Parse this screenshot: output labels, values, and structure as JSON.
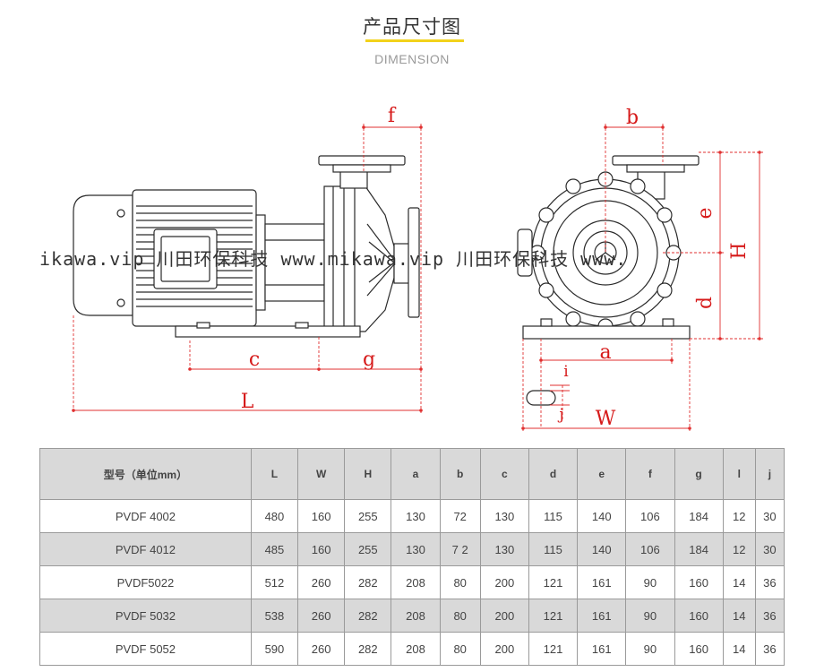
{
  "header": {
    "title": "产品尺寸图",
    "subtitle": "DIMENSION"
  },
  "drawing": {
    "dimension_labels": [
      "f",
      "c",
      "g",
      "L",
      "b",
      "e",
      "H",
      "d",
      "a",
      "i",
      "j",
      "W"
    ],
    "watermark": "ikawa.vip 川田环保科技 www.mikawa.vip 川田环保科技 www."
  },
  "table": {
    "columns": [
      "型号（单位mm）",
      "L",
      "W",
      "H",
      "a",
      "b",
      "c",
      "d",
      "e",
      "f",
      "g",
      "l",
      "j"
    ],
    "rows": [
      [
        "PVDF 4002",
        "480",
        "160",
        "255",
        "130",
        "72",
        "130",
        "115",
        "140",
        "106",
        "184",
        "12",
        "30"
      ],
      [
        "PVDF 4012",
        "485",
        "160",
        "255",
        "130",
        "7 2",
        "130",
        "115",
        "140",
        "106",
        "184",
        "12",
        "30"
      ],
      [
        "PVDF5022",
        "512",
        "260",
        "282",
        "208",
        "80",
        "200",
        "121",
        "161",
        "90",
        "160",
        "14",
        "36"
      ],
      [
        "PVDF 5032",
        "538",
        "260",
        "282",
        "208",
        "80",
        "200",
        "121",
        "161",
        "90",
        "160",
        "14",
        "36"
      ],
      [
        "PVDF 5052",
        "590",
        "260",
        "282",
        "208",
        "80",
        "200",
        "121",
        "161",
        "90",
        "160",
        "14",
        "36"
      ]
    ]
  }
}
